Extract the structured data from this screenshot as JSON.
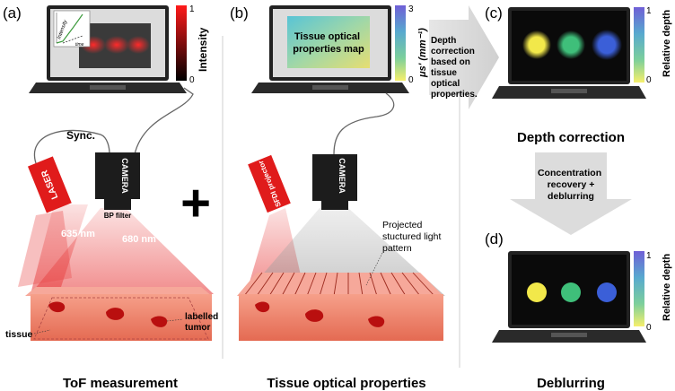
{
  "panels": {
    "a": {
      "label": "(a)",
      "colorbar": {
        "max": "1",
        "min": "0",
        "title": "Intensity",
        "colors": [
          "#ff1a1a",
          "#000000"
        ]
      },
      "inset": {
        "y_axis": "Intensity",
        "x_axis": "time"
      },
      "sync": "Sync.",
      "laser": "LASER",
      "camera": "CAMERA",
      "filter": "BP filter",
      "wavelength_1": "635 nm",
      "wavelength_2": "680 nm",
      "tissue": "tissue",
      "tumor": "labelled tumor",
      "caption": "ToF measurement"
    },
    "b": {
      "label": "(b)",
      "map_title": "Tissue optical properties map",
      "colorbar": {
        "max": "3",
        "min": "0",
        "title": "μs' (mm⁻¹)"
      },
      "sfdi": "SFDI projector",
      "camera": "CAMERA",
      "pattern": "Projected stuctured light pattern",
      "caption": "Tissue optical properties"
    },
    "arrow_text": "Depth correction based on tissue optical properties.",
    "c": {
      "label": "(c)",
      "colorbar": {
        "max": "1",
        "min": "0",
        "title": "Relative depth"
      },
      "caption": "Depth correction"
    },
    "down_arrow_text": "Concentration recovery + deblurring",
    "d": {
      "label": "(d)",
      "colorbar": {
        "max": "1",
        "min": "0",
        "title": "Relative depth"
      },
      "caption": "Deblurring"
    }
  },
  "plus": "+",
  "colors": {
    "laser": "#e01b1b",
    "tissue": "#f07a62",
    "tumor": "#b90f0f",
    "camera": "#1c1c1c"
  }
}
